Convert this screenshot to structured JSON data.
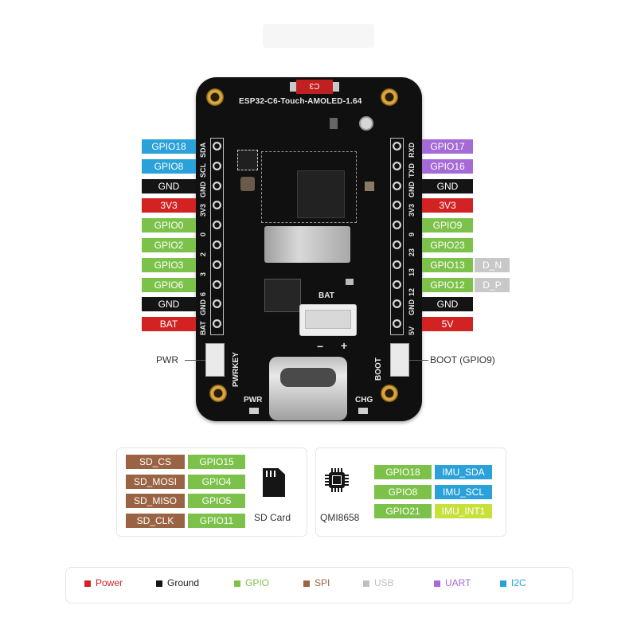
{
  "board": {
    "title": "ESP32-C6-Touch-AMOLED-1.64",
    "capacitor_label": "C3"
  },
  "colors": {
    "power": "#d32222",
    "ground": "#141414",
    "gpio": "#7cc24a",
    "spi": "#9a6444",
    "usb": "#c0c0c0",
    "uart": "#a46ad6",
    "i2c": "#2aa1d8"
  },
  "left_pins": [
    {
      "label": "GPIO18",
      "type": "i2c",
      "silk": "SDA"
    },
    {
      "label": "GPIO8",
      "type": "i2c",
      "silk": "SCL"
    },
    {
      "label": "GND",
      "type": "ground",
      "silk": "GND"
    },
    {
      "label": "3V3",
      "type": "power",
      "silk": "3V3"
    },
    {
      "label": "GPIO0",
      "type": "gpio",
      "silk": "0"
    },
    {
      "label": "GPIO2",
      "type": "gpio",
      "silk": "2"
    },
    {
      "label": "GPIO3",
      "type": "gpio",
      "silk": "3"
    },
    {
      "label": "GPIO6",
      "type": "gpio",
      "silk": "6"
    },
    {
      "label": "GND",
      "type": "ground",
      "silk": "GND"
    },
    {
      "label": "BAT",
      "type": "power",
      "silk": "BAT"
    }
  ],
  "right_pins": [
    {
      "label": "GPIO17",
      "type": "uart",
      "silk": "RXD",
      "extra": ""
    },
    {
      "label": "GPIO16",
      "type": "uart",
      "silk": "TXD",
      "extra": ""
    },
    {
      "label": "GND",
      "type": "ground",
      "silk": "GND",
      "extra": ""
    },
    {
      "label": "3V3",
      "type": "power",
      "silk": "3V3",
      "extra": ""
    },
    {
      "label": "GPIO9",
      "type": "gpio",
      "silk": "9",
      "extra": ""
    },
    {
      "label": "GPIO23",
      "type": "gpio",
      "silk": "23",
      "extra": ""
    },
    {
      "label": "GPIO13",
      "type": "gpio",
      "silk": "13",
      "extra": "D_N"
    },
    {
      "label": "GPIO12",
      "type": "gpio",
      "silk": "12",
      "extra": "D_P"
    },
    {
      "label": "GND",
      "type": "ground",
      "silk": "GND",
      "extra": ""
    },
    {
      "label": "5V",
      "type": "power",
      "silk": "5V",
      "extra": ""
    }
  ],
  "callouts": {
    "pwr": "PWR",
    "boot": "BOOT (GPIO9)"
  },
  "silkscreen": {
    "bat": "BAT",
    "pwrkey": "PWRKEY",
    "pwr": "PWR",
    "boot": "BOOT",
    "chg": "CHG",
    "minus": "−",
    "plus": "+"
  },
  "sd_card": {
    "caption": "SD Card",
    "rows": [
      {
        "signal": "SD_CS",
        "gpio": "GPIO15"
      },
      {
        "signal": "SD_MOSI",
        "gpio": "GPIO4"
      },
      {
        "signal": "SD_MISO",
        "gpio": "GPIO5"
      },
      {
        "signal": "SD_CLK",
        "gpio": "GPIO11"
      }
    ]
  },
  "imu": {
    "caption": "QMI8658",
    "rows": [
      {
        "gpio": "GPIO18",
        "signal": "IMU_SDA",
        "signal_type": "i2c"
      },
      {
        "gpio": "GPIO8",
        "signal": "IMU_SCL",
        "signal_type": "i2c"
      },
      {
        "gpio": "GPIO21",
        "signal": "IMU_INT1",
        "signal_type": "imu_int"
      }
    ],
    "imu_int_color": "#c8e03a"
  },
  "legend": [
    {
      "label": "Power",
      "type": "power"
    },
    {
      "label": "Ground",
      "type": "ground"
    },
    {
      "label": "GPIO",
      "type": "gpio"
    },
    {
      "label": "SPI",
      "type": "spi"
    },
    {
      "label": "USB",
      "type": "usb"
    },
    {
      "label": "UART",
      "type": "uart"
    },
    {
      "label": "I2C",
      "type": "i2c"
    }
  ]
}
